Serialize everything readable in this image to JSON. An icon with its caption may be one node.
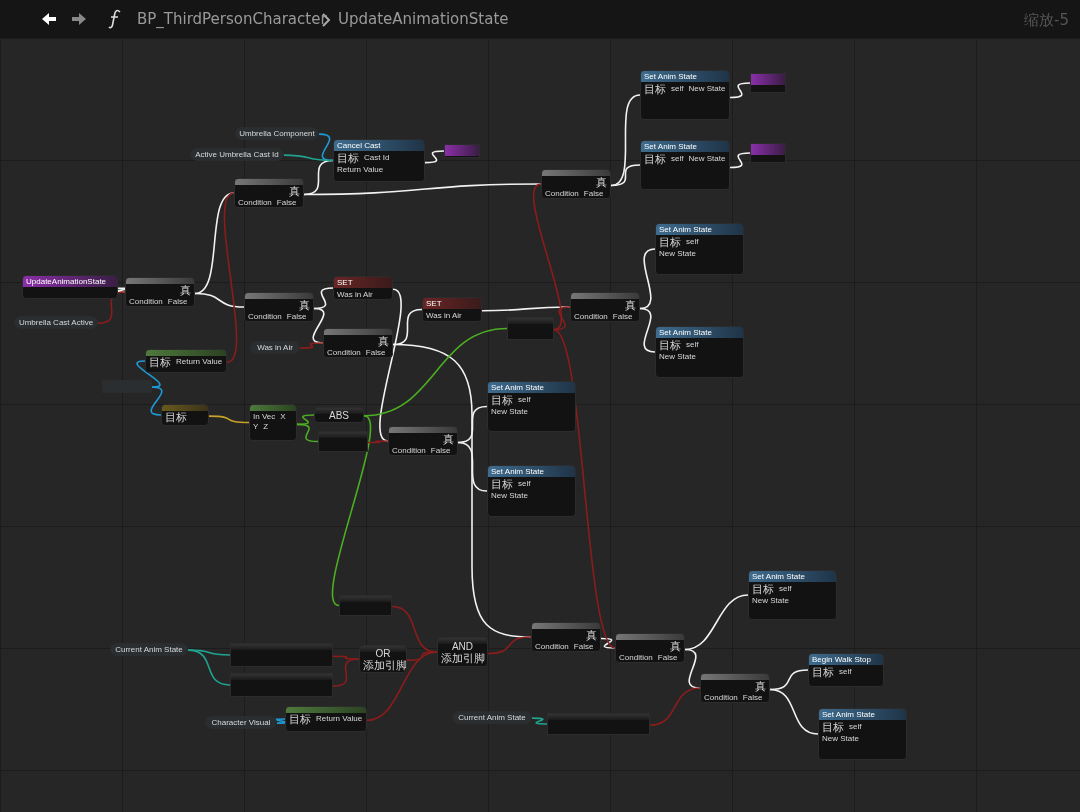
{
  "diagram": {
    "nodes": [
      {
        "text": [
          "UpdateAnimationState"
        ]
      },
      {
        "text": [
          "Umbrella Cast Active"
        ]
      },
      {
        "text": [
          "真",
          "Condition",
          "False"
        ]
      },
      {
        "text": [
          "真",
          "Condition",
          "False"
        ]
      },
      {
        "text": [
          "Umbrella Component"
        ]
      },
      {
        "text": [
          "Active Umbrella Cast Id"
        ]
      },
      {
        "text": [
          "Cancel Cast",
          "目标",
          "Cast Id",
          "Return Value"
        ]
      },
      {
        "text": [],
        "shape": "box"
      },
      {
        "text": [
          "真",
          "Condition",
          "False"
        ]
      },
      {
        "text": [
          "Set Anim State",
          "目标",
          "self",
          "New State"
        ]
      },
      {
        "text": [],
        "shape": "box"
      },
      {
        "text": [
          "Set Anim State",
          "目标",
          "self",
          "New State"
        ]
      },
      {
        "text": [],
        "shape": "box"
      },
      {
        "text": [
          "Set Anim State",
          "目标",
          "self",
          "New State"
        ]
      },
      {
        "text": [
          "真",
          "Condition",
          "False"
        ]
      },
      {
        "text": [
          "Set Anim State",
          "目标",
          "self",
          "New State"
        ]
      },
      {
        "text": [
          "真",
          "Condition",
          "False"
        ]
      },
      {
        "text": [
          "SET",
          "Was in Air"
        ]
      },
      {
        "text": [
          "真",
          "Condition",
          "False"
        ]
      },
      {
        "text": [
          "Was in Air"
        ]
      },
      {
        "text": [
          "SET",
          "Was in Air"
        ]
      },
      {
        "text": [],
        "shape": "box"
      },
      {
        "text": [
          "目标",
          "Return Value"
        ]
      },
      {
        "text": [],
        "shape": "box"
      },
      {
        "text": [
          "目标"
        ]
      },
      {
        "text": [
          "In Vec",
          "X",
          "Y",
          "Z"
        ]
      },
      {
        "text": [
          "ABS"
        ]
      },
      {
        "text": [],
        "shape": "box"
      },
      {
        "text": [
          "真",
          "Condition",
          "False"
        ]
      },
      {
        "text": [
          "Set Anim State",
          "目标",
          "self",
          "New State"
        ]
      },
      {
        "text": [
          "Set Anim State",
          "目标",
          "self",
          "New State"
        ]
      },
      {
        "text": [],
        "shape": "box"
      },
      {
        "text": [
          "Current Anim State"
        ]
      },
      {
        "text": [],
        "shape": "box"
      },
      {
        "text": [],
        "shape": "box"
      },
      {
        "text": [
          "OR",
          "添加引脚"
        ]
      },
      {
        "text": [
          "AND",
          "添加引脚"
        ]
      },
      {
        "text": [
          "Character Visual"
        ]
      },
      {
        "text": [
          "目标",
          "Return Value"
        ]
      },
      {
        "text": [
          "真",
          "Condition",
          "False"
        ]
      },
      {
        "text": [
          "真",
          "Condition",
          "False"
        ]
      },
      {
        "text": [
          "Set Anim State",
          "目标",
          "self",
          "New State"
        ]
      },
      {
        "text": [
          "真",
          "Condition",
          "False"
        ]
      },
      {
        "text": [
          "Begin Walk Stop",
          "目标",
          "self"
        ]
      },
      {
        "text": [
          "Current Anim State"
        ]
      },
      {
        "text": [],
        "shape": "box"
      },
      {
        "text": [
          "Set Anim State",
          "目标",
          "self",
          "New State"
        ]
      }
    ],
    "edges": [
      {
        "from": 0,
        "to": 2,
        "arrow": "none"
      },
      {
        "from": 2,
        "to": 3,
        "arrow": "none"
      },
      {
        "from": 2,
        "to": 16,
        "arrow": "none"
      },
      {
        "from": 3,
        "to": 6,
        "arrow": "none"
      },
      {
        "from": 3,
        "to": 8,
        "arrow": "none"
      },
      {
        "from": 6,
        "to": 7,
        "arrow": "none"
      },
      {
        "from": 8,
        "to": 9,
        "arrow": "none"
      },
      {
        "from": 8,
        "to": 11,
        "arrow": "none"
      },
      {
        "from": 9,
        "to": 10,
        "arrow": "none"
      },
      {
        "from": 11,
        "to": 12,
        "arrow": "none"
      },
      {
        "from": 16,
        "to": 17,
        "arrow": "none"
      },
      {
        "from": 16,
        "to": 18,
        "arrow": "none"
      },
      {
        "from": 17,
        "to": 28,
        "arrow": "none"
      },
      {
        "from": 18,
        "to": 20,
        "arrow": "none"
      },
      {
        "from": 18,
        "to": 39,
        "arrow": "none"
      },
      {
        "from": 20,
        "to": 14,
        "arrow": "none"
      },
      {
        "from": 14,
        "to": 13,
        "arrow": "none"
      },
      {
        "from": 14,
        "to": 15,
        "arrow": "none"
      },
      {
        "from": 28,
        "to": 29,
        "arrow": "none"
      },
      {
        "from": 28,
        "to": 30,
        "arrow": "none"
      },
      {
        "from": 39,
        "to": 40,
        "arrow": "none"
      },
      {
        "from": 40,
        "to": 41,
        "arrow": "none"
      },
      {
        "from": 40,
        "to": 42,
        "arrow": "none"
      },
      {
        "from": 42,
        "to": 43,
        "arrow": "none"
      },
      {
        "from": 42,
        "to": 46,
        "arrow": "none"
      },
      {
        "from": 1,
        "to": 2,
        "arrow": "none",
        "color": "#8b1c1c"
      },
      {
        "from": 22,
        "to": 3,
        "arrow": "none",
        "color": "#8b1c1c"
      },
      {
        "from": 4,
        "to": 6,
        "arrow": "none",
        "color": "#1e9ad6"
      },
      {
        "from": 5,
        "to": 6,
        "arrow": "none",
        "color": "#1fa38f"
      },
      {
        "from": 19,
        "to": 18,
        "arrow": "none",
        "color": "#8b1c1c"
      },
      {
        "from": 21,
        "to": 8,
        "arrow": "none",
        "color": "#8b1c1c"
      },
      {
        "from": 21,
        "to": 14,
        "arrow": "none",
        "color": "#8b1c1c"
      },
      {
        "from": 21,
        "to": 40,
        "arrow": "none",
        "color": "#8b1c1c"
      },
      {
        "from": 23,
        "to": 22,
        "arrow": "none",
        "color": "#1e9ad6"
      },
      {
        "from": 23,
        "to": 24,
        "arrow": "none",
        "color": "#1e9ad6"
      },
      {
        "from": 24,
        "to": 25,
        "arrow": "none",
        "color": "#c9a227"
      },
      {
        "from": 25,
        "to": 26,
        "arrow": "none",
        "color": "#4caf22"
      },
      {
        "from": 25,
        "to": 27,
        "arrow": "none",
        "color": "#4caf22"
      },
      {
        "from": 26,
        "to": 21,
        "arrow": "none",
        "color": "#4caf22"
      },
      {
        "from": 26,
        "to": 31,
        "arrow": "none",
        "color": "#4caf22"
      },
      {
        "from": 27,
        "to": 28,
        "arrow": "none",
        "color": "#8b1c1c"
      },
      {
        "from": 32,
        "to": 33,
        "arrow": "none",
        "color": "#1fa38f"
      },
      {
        "from": 32,
        "to": 34,
        "arrow": "none",
        "color": "#1fa38f"
      },
      {
        "from": 33,
        "to": 35,
        "arrow": "none",
        "color": "#8b1c1c"
      },
      {
        "from": 34,
        "to": 35,
        "arrow": "none",
        "color": "#8b1c1c"
      },
      {
        "from": 31,
        "to": 36,
        "arrow": "none",
        "color": "#8b1c1c"
      },
      {
        "from": 35,
        "to": 36,
        "arrow": "none",
        "color": "#8b1c1c"
      },
      {
        "from": 38,
        "to": 36,
        "arrow": "none",
        "color": "#8b1c1c"
      },
      {
        "from": 37,
        "to": 38,
        "arrow": "none",
        "color": "#1e9ad6"
      },
      {
        "from": 36,
        "to": 39,
        "arrow": "none",
        "color": "#8b1c1c"
      },
      {
        "from": 44,
        "to": 45,
        "arrow": "none",
        "color": "#1fa38f"
      },
      {
        "from": 45,
        "to": 42,
        "arrow": "none",
        "color": "#8b1c1c"
      }
    ],
    "labels": [
      "BP_ThirdPersonCharacter",
      "UpdateAnimationState",
      "缩放-5"
    ]
  }
}
